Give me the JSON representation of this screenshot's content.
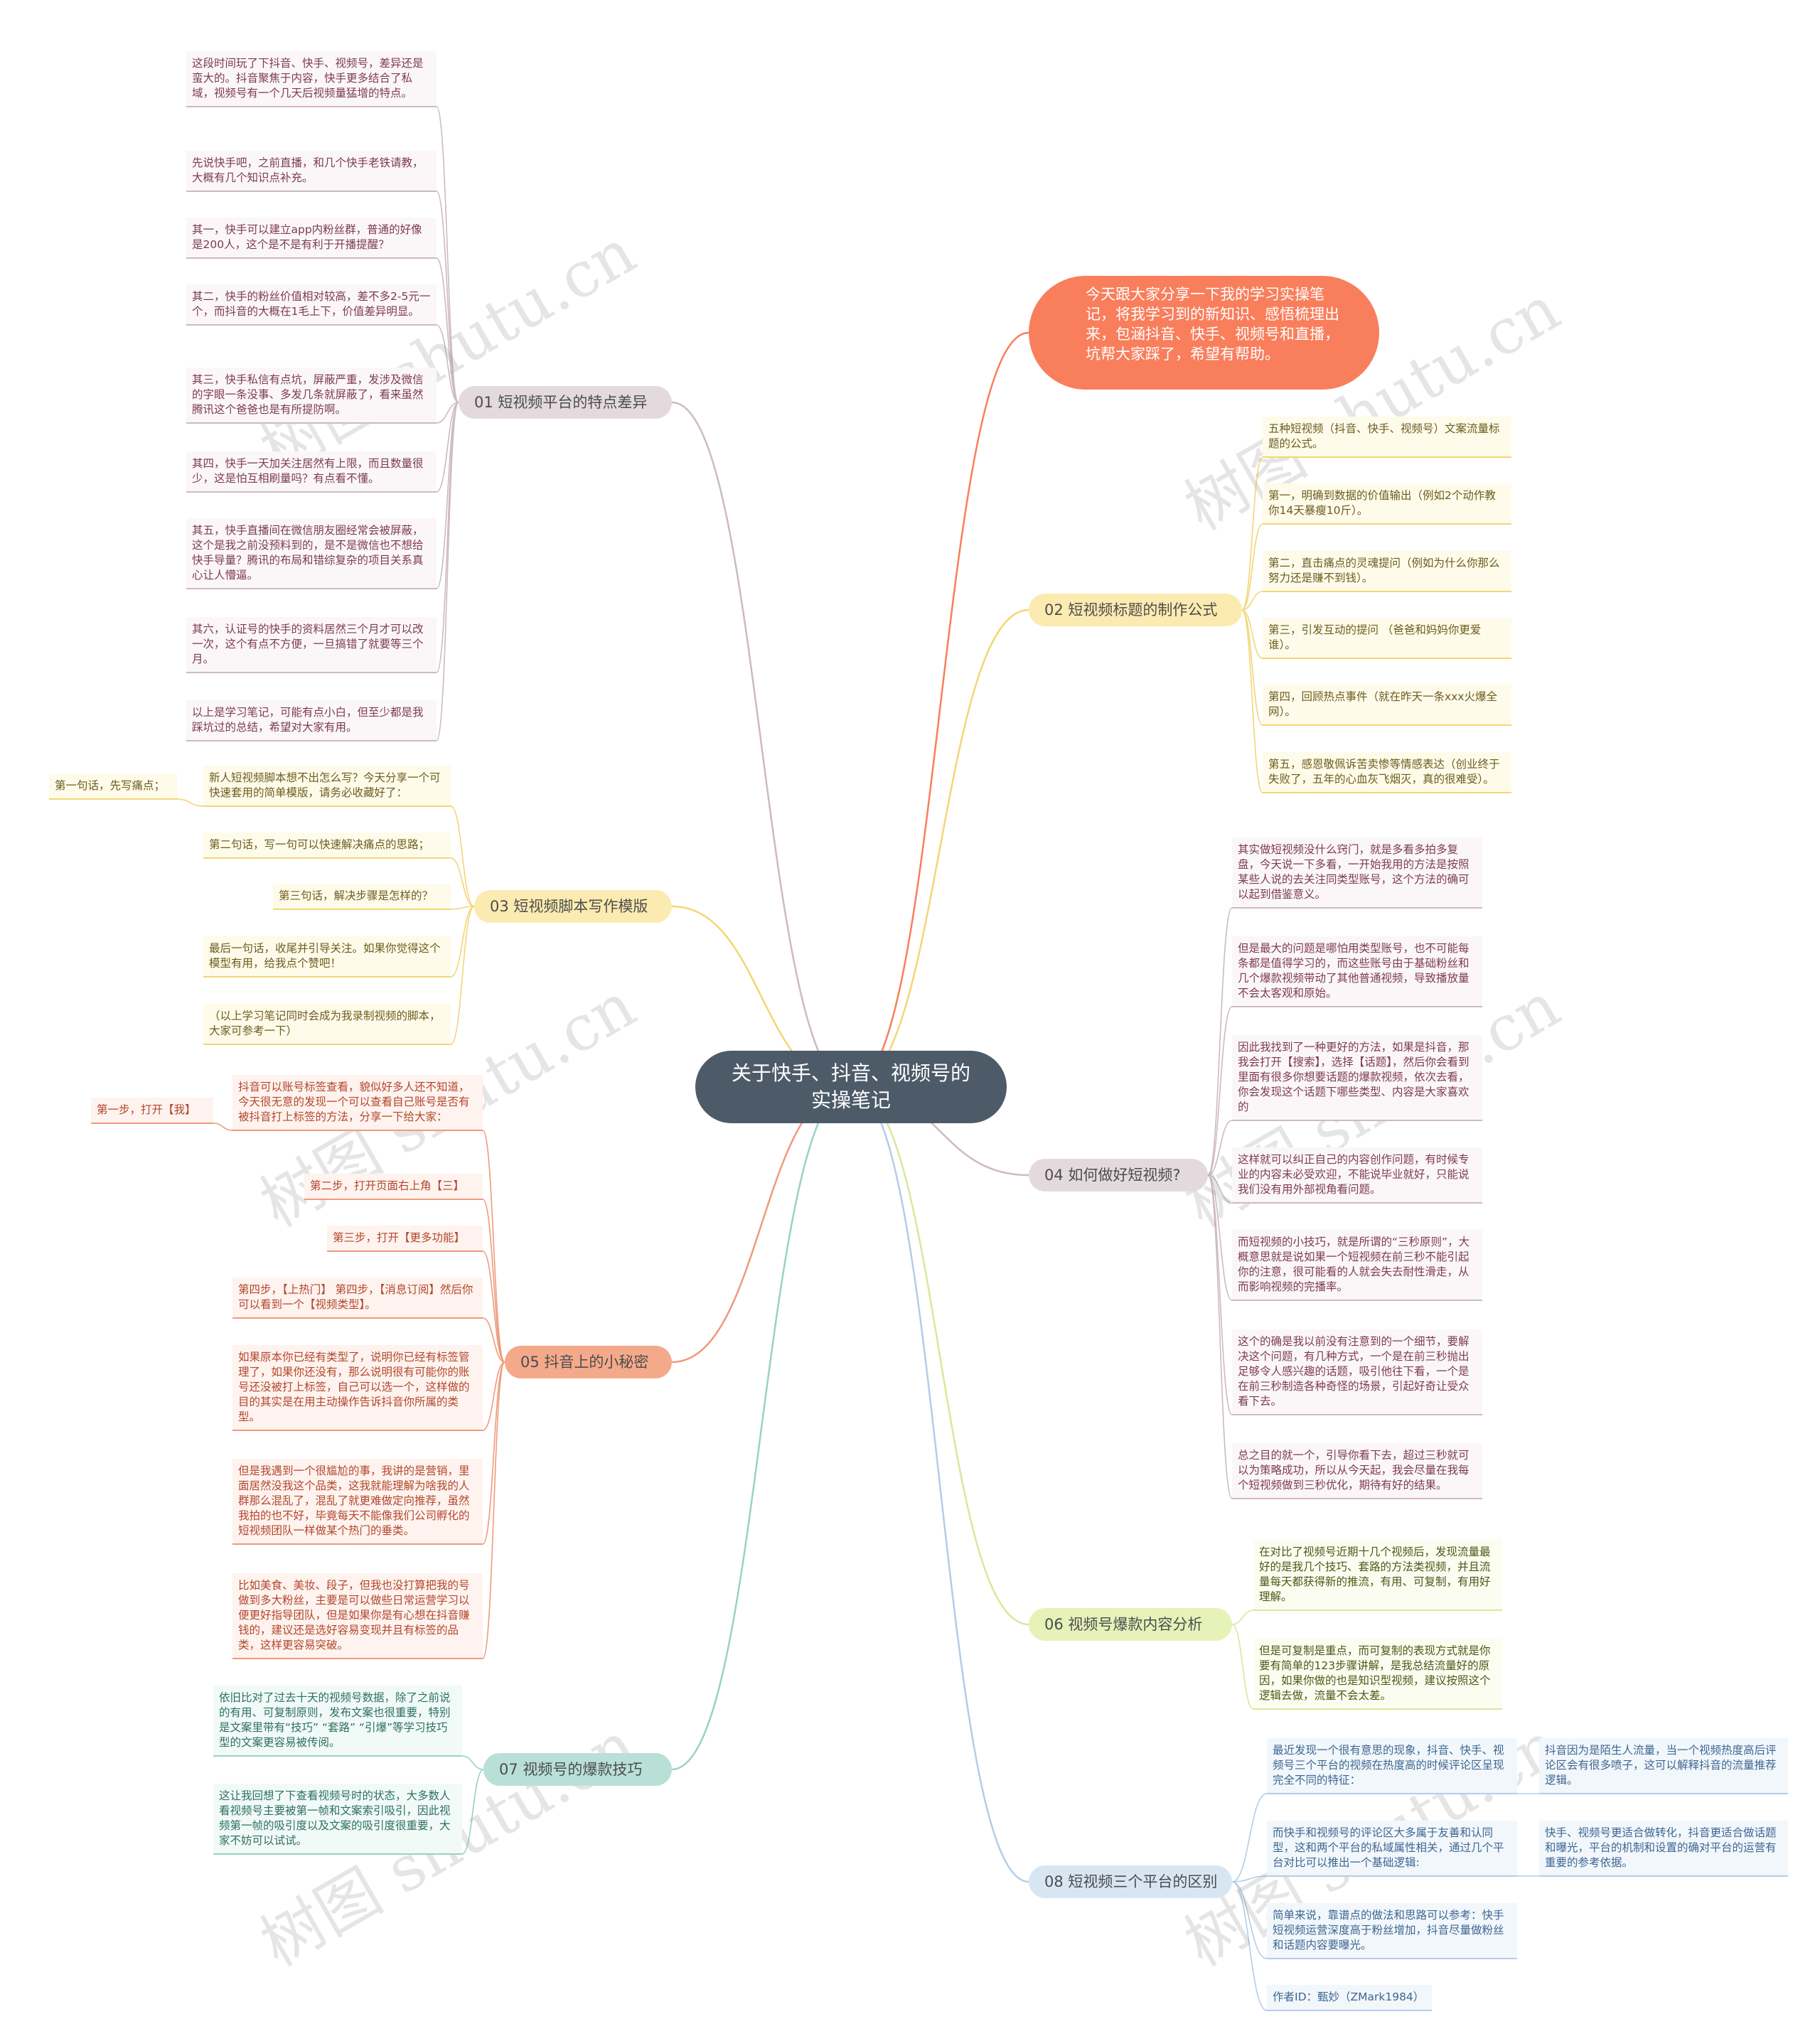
{
  "root": "关于快手、抖音、视频号的实操笔记",
  "intro": "今天跟大家分享一下我的学习实操笔记，将我学习到的新知识、感悟梳理出来，包涵抖音、快手、视频号和直播，坑帮大家踩了，希望有帮助。",
  "branches": {
    "b1": {
      "label": "01  短视频平台的特点差异",
      "leaves": [
        "这段时间玩了下抖音、快手、视频号，差异还是蛮大的。抖音聚焦于内容，快手更多结合了私域，视频号有一个几天后视频量猛增的特点。",
        "先说快手吧，之前直播，和几个快手老铁请教，大概有几个知识点补充。",
        "其一，快手可以建立app内粉丝群，普通的好像是200人，这个是不是有利于开播提醒？",
        "其二，快手的粉丝价值相对较高，差不多2-5元一个，而抖音的大概在1毛上下，价值差异明显。",
        "其三，快手私信有点坑，屏蔽严重，发涉及微信的字眼一条没事、多发几条就屏蔽了，看来虽然腾讯这个爸爸也是有所提防啊。",
        "其四，快手一天加关注居然有上限，而且数量很少，这是怕互相刷量吗？有点看不懂。",
        "其五，快手直播间在微信朋友圈经常会被屏蔽，这个是我之前没预料到的，是不是微信也不想给快手导量？腾讯的布局和错综复杂的项目关系真心让人懵逼。",
        "其六，认证号的快手的资料居然三个月才可以改一次，这个有点不方便，一旦搞错了就要等三个月。",
        "以上是学习笔记，可能有点小白，但至少都是我踩坑过的总结，希望对大家有用。"
      ]
    },
    "b2": {
      "label": "02  短视频标题的制作公式",
      "leaves": [
        "五种短视频（抖音、快手、视频号）文案流量标题的公式。",
        "第一，明确到数据的价值输出（例如2个动作教你14天暴瘦10斤）。",
        "第二，直击痛点的灵魂提问（例如为什么你那么努力还是赚不到钱）。",
        "第三，引发互动的提问 （爸爸和妈妈你更爱谁）。",
        "第四，回顾热点事件（就在昨天一条xxx火爆全网）。",
        "第五，感恩敬佩诉苦卖惨等情感表达（创业终于失败了，五年的心血灰飞烟灭，真的很难受）。"
      ]
    },
    "b3": {
      "label": "03  短视频脚本写作模版",
      "leaves": [
        "新人短视频脚本想不出怎么写？今天分享一个可快速套用的简单模版，请务必收藏好了：",
        "第二句话，写一句可以快速解决痛点的思路；",
        "第三句话，解决步骤是怎样的？",
        "最后一句话，收尾并引导关注。如果你觉得这个模型有用，给我点个赞吧！",
        "（以上学习笔记同时会成为我录制视频的脚本，大家可参考一下）"
      ],
      "sub": "第一句话，先写痛点；"
    },
    "b4": {
      "label": "04  如何做好短视频?",
      "leaves": [
        "其实做短视频没什么窍门，就是多看多拍多复盘，今天说一下多看，一开始我用的方法是按照某些人说的去关注同类型账号，这个方法的确可以起到借鉴意义。",
        "但是最大的问题是哪怕用类型账号，也不可能每条都是值得学习的，而这些账号由于基础粉丝和几个爆款视频带动了其他普通视频，导致播放量不会太客观和原始。",
        "因此我找到了一种更好的方法，如果是抖音，那我会打开【搜索】，选择【话题】，然后你会看到里面有很多你想要话题的爆款视频，依次去看，你会发现这个话题下哪些类型、内容是大家喜欢的",
        "这样就可以纠正自己的内容创作问题，有时候专业的内容未必受欢迎，不能说毕业就好，只能说我们没有用外部视角看问题。",
        "而短视频的小技巧，就是所谓的“三秒原则”，大概意思就是说如果一个短视频在前三秒不能引起你的注意，很可能看的人就会失去耐性滑走，从而影响视频的完播率。",
        "这个的确是我以前没有注意到的一个细节，要解决这个问题，有几种方式，一个是在前三秒抛出足够令人感兴趣的话题，吸引他往下看，一个是在前三秒制造各种奇怪的场景，引起好奇让受众看下去。",
        "总之目的就一个，引导你看下去，超过三秒就可以为策略成功，所以从今天起，我会尽量在我每个短视频做到三秒优化，期待有好的结果。"
      ]
    },
    "b5": {
      "label": "05  抖音上的小秘密",
      "leaves": [
        "抖音可以账号标签查看，貌似好多人还不知道，今天很无意的发现一个可以查看自己账号是否有被抖音打上标签的方法，分享一下给大家：",
        "第二步，打开页面右上角【三】",
        "第三步，打开【更多功能】",
        "第四步，【上热门】 第四步，【消息订阅】然后你可以看到一个【视频类型】。",
        "如果原本你已经有类型了，说明你已经有标签管理了，如果你还没有，那么说明很有可能你的账号还没被打上标签，自己可以选一个，这样做的目的其实是在用主动操作告诉抖音你所属的类型。",
        "但是我遇到一个很尴尬的事，我讲的是营销，里面居然没我这个品类，这我就能理解为啥我的人群那么混乱了，混乱了就更难做定向推荐，虽然我拍的也不好，毕竟每天不能像我们公司孵化的短视频团队一样做某个热门的垂类。",
        "比如美食、美妆、段子，但我也没打算把我的号做到多大粉丝，主要是可以做些日常运营学习以便更好指导团队，但是如果你是有心想在抖音赚钱的，建议还是选好容易变现并且有标签的品类，这样更容易突破。"
      ],
      "sub": "第一步，打开【我】"
    },
    "b6": {
      "label": "06  视频号爆款内容分析",
      "leaves": [
        "在对比了视频号近期十几个视频后，发现流量最好的是我几个技巧、套路的方法类视频，并且流量每天都获得新的推流，有用、可复制，有用好理解。",
        "但是可复制是重点，而可复制的表现方式就是你要有简单的123步骤讲解，是我总结流量好的原因，如果你做的也是知识型视频，建议按照这个逻辑去做，流量不会太差。"
      ]
    },
    "b7": {
      "label": "07  视频号的爆款技巧",
      "leaves": [
        "依旧比对了过去十天的视频号数据，除了之前说的有用、可复制原则，发布文案也很重要，特别是文案里带有“技巧” “套路” “引爆”等学习技巧型的文案更容易被传阅。",
        "这让我回想了下查看视频号时的状态，大多数人看视频号主要被第一帧和文案索引吸引，因此视频第一帧的吸引度以及文案的吸引度很重要，大家不妨可以试试。"
      ]
    },
    "b8": {
      "label": "08  短视频三个平台的区别",
      "leaves": [
        "最近发现一个很有意思的现象，抖音、快手、视频号三个平台的视频在热度高的时候评论区呈现完全不同的特征：",
        "而快手和视频号的评论区大多属于友善和认同型，这和两个平台的私域属性相关，通过几个平台对比可以推出一个基础逻辑:",
        "简单来说，靠谱点的做法和思路可以参考：快手短视频运营深度高于粉丝增加，抖音尽量做粉丝和话题内容要曝光。",
        "作者ID：甄妙（ZMark1984）"
      ],
      "subs": [
        "抖音因为是陌生人流量，当一个视频热度高后评论区会有很多喷子，这可以解释抖音的流量推荐逻辑。",
        "快手、视频号更适合做转化，抖音更适合做话题和曝光，平台的机制和设置的确对平台的运营有重要的参考依据。"
      ]
    }
  },
  "watermark": "树图 shutu.cn",
  "colors": {
    "root": "#4d5b69",
    "intro": "#f97e5c",
    "b1": "#cdbac2",
    "b2": "#f3d675",
    "b3": "#f3d675",
    "b4": "#cdbac2",
    "b5": "#f09a7c",
    "b6": "#d8e89a",
    "b7": "#98d2c3",
    "b8": "#b3cde8"
  }
}
